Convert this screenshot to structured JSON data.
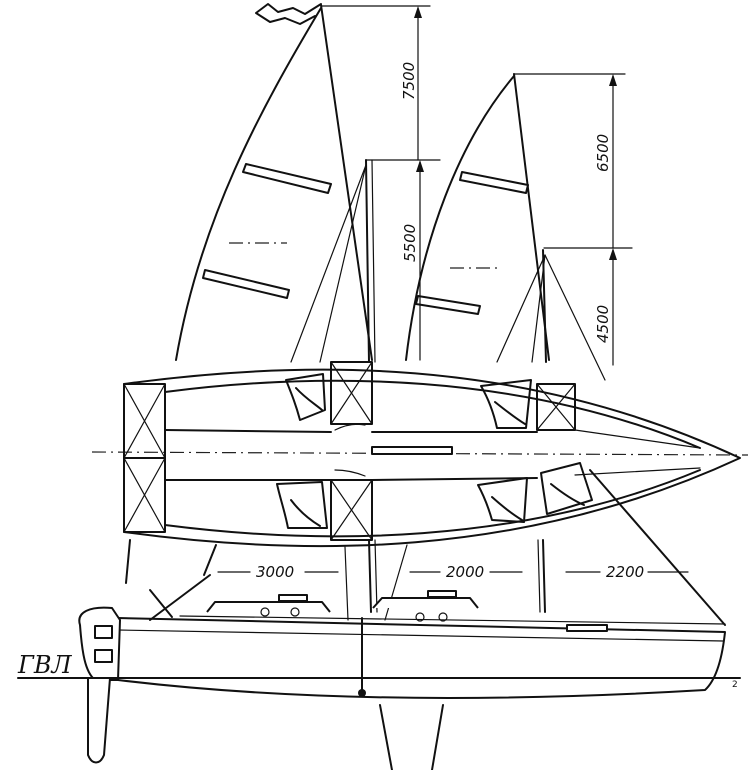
{
  "dimensions": {
    "mast_main_height": "7500",
    "mizzen_main_height": "6500",
    "mast_lower_height": "5500",
    "mizzen_lower_height": "4500",
    "span_aft": "3000",
    "span_mid": "2000",
    "span_fore": "2200"
  },
  "waterline_label": "ГВЛ",
  "bow_mark": "2"
}
